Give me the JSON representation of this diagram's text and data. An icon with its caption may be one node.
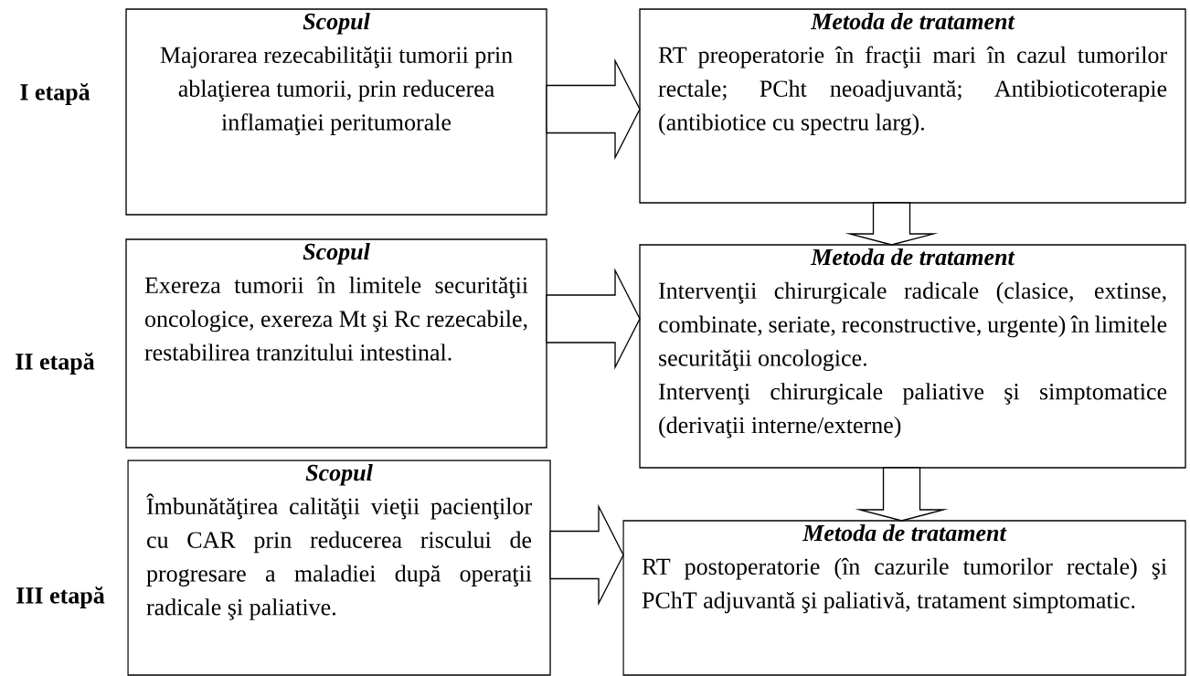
{
  "diagram": {
    "nodes": [
      {
        "text": [
          "Scopul",
          "Majorarea rezecabilităţii tumorii prin ablaţierea tumorii, prin reducerea inflamaţiei peritumorale"
        ]
      },
      {
        "text": [
          "Metoda de tratament",
          "RT preoperatorie în fracţii mari în cazul tumorilor rectale; PCht neoadjuvantă; Antibioticoterapie (antibiotice cu spectru larg)."
        ]
      },
      {
        "text": [
          "Scopul",
          "Exereza tumorii în limitele securităţii oncologice, exereza Mt şi Rc rezecabile, restabilirea tranzitului intestinal."
        ]
      },
      {
        "text": [
          "Metoda de tratament",
          "Intervenţii chirurgicale radicale (clasice, extinse, combinate, seriate, reconstructive, urgente) în limitele securităţii oncologice.",
          "Intervenţi chirurgicale paliative şi simptomatice (derivaţii interne/externe)"
        ]
      },
      {
        "text": [
          "Scopul",
          "Îmbunătăţirea calităţii vieţii pacienţilor cu CAR prin reducerea riscului de progresare a maladiei după operaţii radicale şi paliative."
        ]
      },
      {
        "text": [
          "Metoda de tratament",
          "RT postoperatorie (în cazurile tumorilor rectale) şi PChT adjuvantă şi paliativă, tratament simptomatic."
        ]
      }
    ],
    "edges": [
      {
        "from": 0,
        "to": 1,
        "arrow": "to"
      },
      {
        "from": 2,
        "to": 3,
        "arrow": "to"
      },
      {
        "from": 4,
        "to": 5,
        "arrow": "to"
      },
      {
        "from": 1,
        "to": 3,
        "arrow": "to"
      },
      {
        "from": 3,
        "to": 5,
        "arrow": "to"
      }
    ],
    "labels": [
      "I etapă",
      "II etapă",
      "III etapă"
    ]
  }
}
